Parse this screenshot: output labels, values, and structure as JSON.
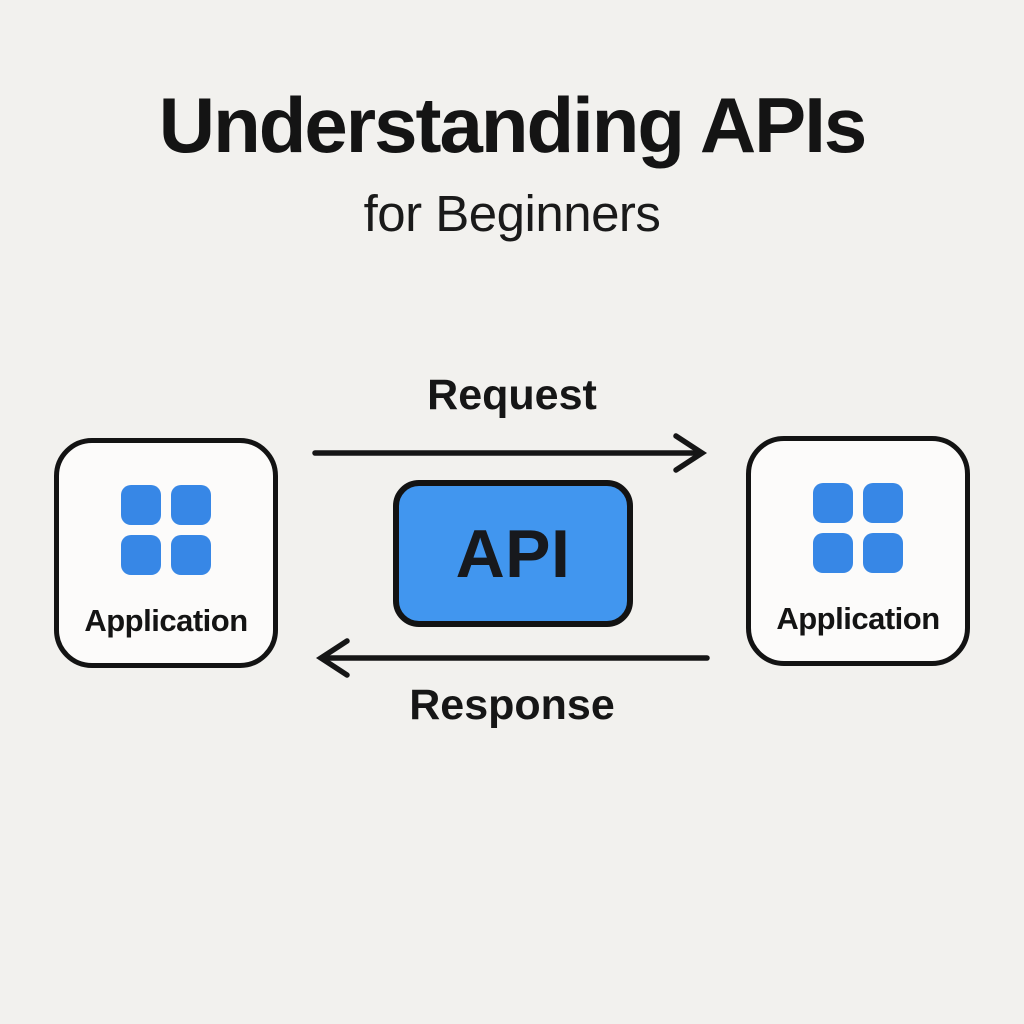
{
  "title": "Understanding APIs",
  "subtitle": "for Beginners",
  "diagram": {
    "left_app": {
      "label": "Application"
    },
    "right_app": {
      "label": "Application"
    },
    "api_box": {
      "label": "API"
    },
    "arrows": {
      "request": {
        "label": "Request",
        "direction": "left-to-right"
      },
      "response": {
        "label": "Response",
        "direction": "right-to-left"
      }
    }
  },
  "icons": {
    "app_grid": "four-rounded-squares-grid-icon"
  },
  "colors": {
    "background": "#f2f1ee",
    "box_fill": "#fcfbfa",
    "outline": "#161616",
    "icon_blue": "#3787e6",
    "api_blue": "#4196ef",
    "text_dark": "#141414"
  }
}
